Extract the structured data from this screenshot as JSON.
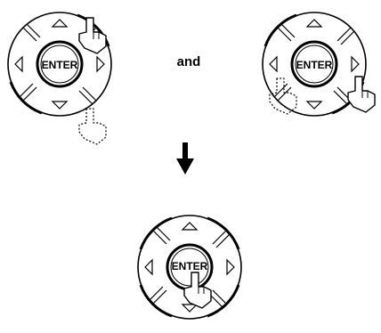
{
  "pads": [
    {
      "name": "top-left",
      "center_label": "ENTER"
    },
    {
      "name": "top-right",
      "center_label": "ENTER"
    },
    {
      "name": "bottom",
      "center_label": "ENTER"
    }
  ],
  "connector_word": "and",
  "colors": {
    "stroke": "#000000",
    "fill": "#ffffff",
    "arrow": "#000000"
  },
  "icons": [
    "up-triangle-icon",
    "down-triangle-icon",
    "left-triangle-icon",
    "right-triangle-icon",
    "pointing-hand-icon",
    "down-arrow-icon"
  ]
}
